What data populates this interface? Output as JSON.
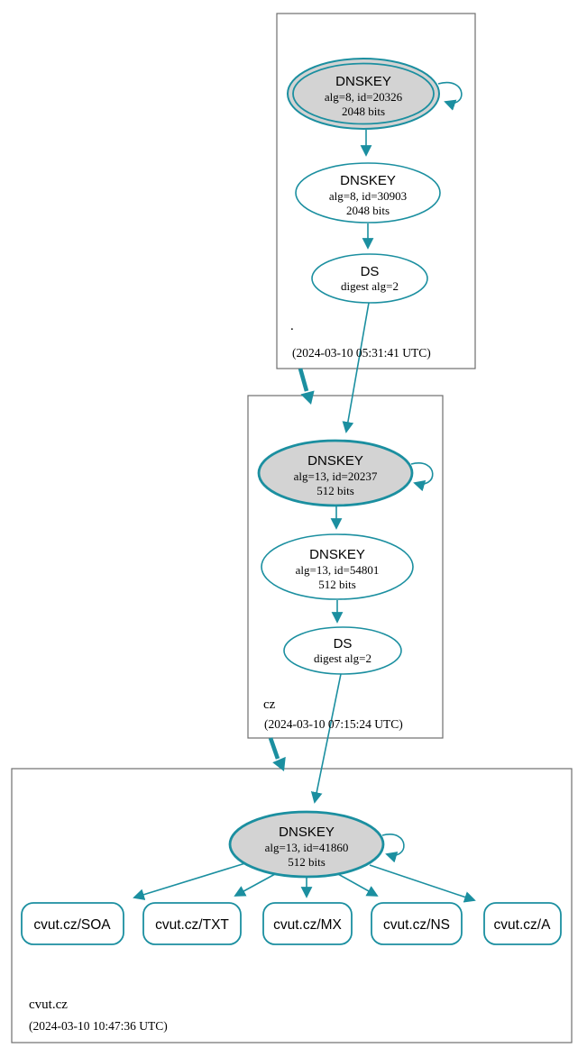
{
  "colors": {
    "teal": "#1b8fa0",
    "node_gray_fill": "#d3d3d3",
    "zone_border_gray": "#6e6e6e"
  },
  "zones": [
    {
      "label": ".",
      "timestamp": "(2024-03-10 05:31:41 UTC)",
      "ksk": {
        "title": "DNSKEY",
        "detail": "alg=8, id=20326",
        "bits": "2048 bits"
      },
      "zsk": {
        "title": "DNSKEY",
        "detail": "alg=8, id=30903",
        "bits": "2048 bits"
      },
      "ds": {
        "title": "DS",
        "detail": "digest alg=2"
      }
    },
    {
      "label": "cz",
      "timestamp": "(2024-03-10 07:15:24 UTC)",
      "ksk": {
        "title": "DNSKEY",
        "detail": "alg=13, id=20237",
        "bits": "512 bits"
      },
      "zsk": {
        "title": "DNSKEY",
        "detail": "alg=13, id=54801",
        "bits": "512 bits"
      },
      "ds": {
        "title": "DS",
        "detail": "digest alg=2"
      }
    },
    {
      "label": "cvut.cz",
      "timestamp": "(2024-03-10 10:47:36 UTC)",
      "ksk": {
        "title": "DNSKEY",
        "detail": "alg=13, id=41860",
        "bits": "512 bits"
      }
    }
  ],
  "rrsets": [
    {
      "label": "cvut.cz/SOA"
    },
    {
      "label": "cvut.cz/TXT"
    },
    {
      "label": "cvut.cz/MX"
    },
    {
      "label": "cvut.cz/NS"
    },
    {
      "label": "cvut.cz/A"
    }
  ]
}
